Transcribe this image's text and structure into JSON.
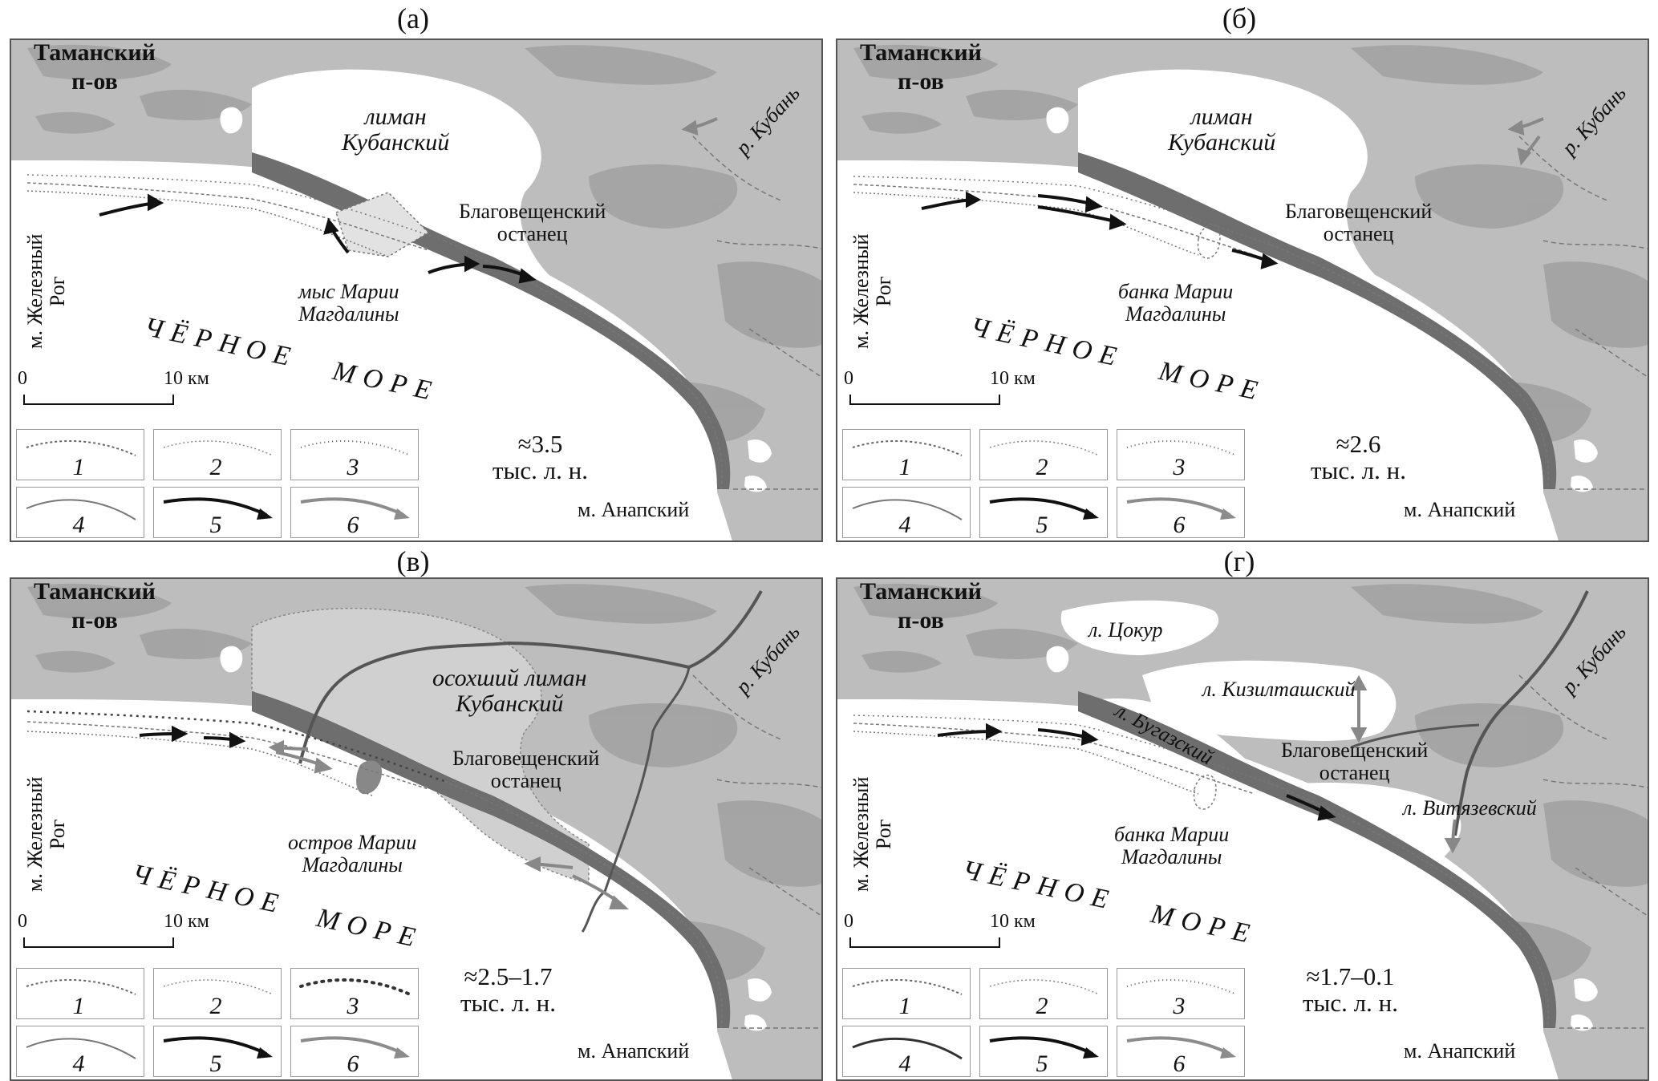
{
  "panels": [
    {
      "id": "a",
      "title": "(а)",
      "peninsula": [
        "Таманский",
        "п-ов"
      ],
      "liman": [
        "лиман",
        "Кубанский"
      ],
      "river": "р. Кубань",
      "remnant": [
        "Благовещенский",
        "останец"
      ],
      "magdalina": [
        "мыс Марии",
        "Магдалины"
      ],
      "cape_zhelezny": [
        "м. Железный",
        "Рог"
      ],
      "cape_anapa": "м. Анапский",
      "sea": [
        "ЧЁРНОЕ",
        "МОРЕ"
      ],
      "scale": [
        "0",
        "10 км"
      ],
      "age": [
        "≈3.5",
        "тыс. л. н."
      ],
      "legend": [
        "1",
        "2",
        "3",
        "4",
        "5",
        "6"
      ]
    },
    {
      "id": "b",
      "title": "(б)",
      "peninsula": [
        "Таманский",
        "п-ов"
      ],
      "liman": [
        "лиман",
        "Кубанский"
      ],
      "river": "р. Кубань",
      "remnant": [
        "Благовещенский",
        "останец"
      ],
      "magdalina": [
        "банка Марии",
        "Магдалины"
      ],
      "cape_zhelezny": [
        "м. Железный",
        "Рог"
      ],
      "cape_anapa": "м. Анапский",
      "sea": [
        "ЧЁРНОЕ",
        "МОРЕ"
      ],
      "scale": [
        "0",
        "10 км"
      ],
      "age": [
        "≈2.6",
        "тыс. л. н."
      ],
      "legend": [
        "1",
        "2",
        "3",
        "4",
        "5",
        "6"
      ]
    },
    {
      "id": "v",
      "title": "(в)",
      "peninsula": [
        "Таманский",
        "п-ов"
      ],
      "liman": [
        "осохший лиман",
        "Кубанский"
      ],
      "river": "р. Кубань",
      "remnant": [
        "Благовещенский",
        "останец"
      ],
      "magdalina": [
        "остров Марии",
        "Магдалины"
      ],
      "cape_zhelezny": [
        "м. Железный",
        "Рог"
      ],
      "cape_anapa": "м. Анапский",
      "sea": [
        "ЧЁРНОЕ",
        "МОРЕ"
      ],
      "scale": [
        "0",
        "10 км"
      ],
      "age": [
        "≈2.5–1.7",
        "тыс. л. н."
      ],
      "legend": [
        "1",
        "2",
        "3",
        "4",
        "5",
        "6"
      ]
    },
    {
      "id": "g",
      "title": "(г)",
      "peninsula": [
        "Таманский",
        "п-ов"
      ],
      "river": "р. Кубань",
      "remnant": [
        "Благовещенский",
        "останец"
      ],
      "magdalina": [
        "банка Марии",
        "Магдалины"
      ],
      "cape_zhelezny": [
        "м. Железный",
        "Рог"
      ],
      "cape_anapa": "м. Анапский",
      "sea": [
        "ЧЁРНОЕ",
        "МОРЕ"
      ],
      "scale": [
        "0",
        "10 км"
      ],
      "age": [
        "≈1.7–0.1",
        "тыс. л. н."
      ],
      "lakes": {
        "tsokur": "л. Цокур",
        "kiziltash": "л. Кизилташский",
        "bugaz": "л. Бугазский",
        "vityazev": "л. Витязевский"
      },
      "legend": [
        "1",
        "2",
        "3",
        "4",
        "5",
        "6"
      ]
    }
  ],
  "colors": {
    "land": "#bdbdbd",
    "land_dark": "#a2a2a2",
    "spit": "#6e6e6e",
    "dried_liman": "#d0d0d0",
    "arrow_black": "#111111",
    "arrow_grey": "#8c8c8c"
  }
}
